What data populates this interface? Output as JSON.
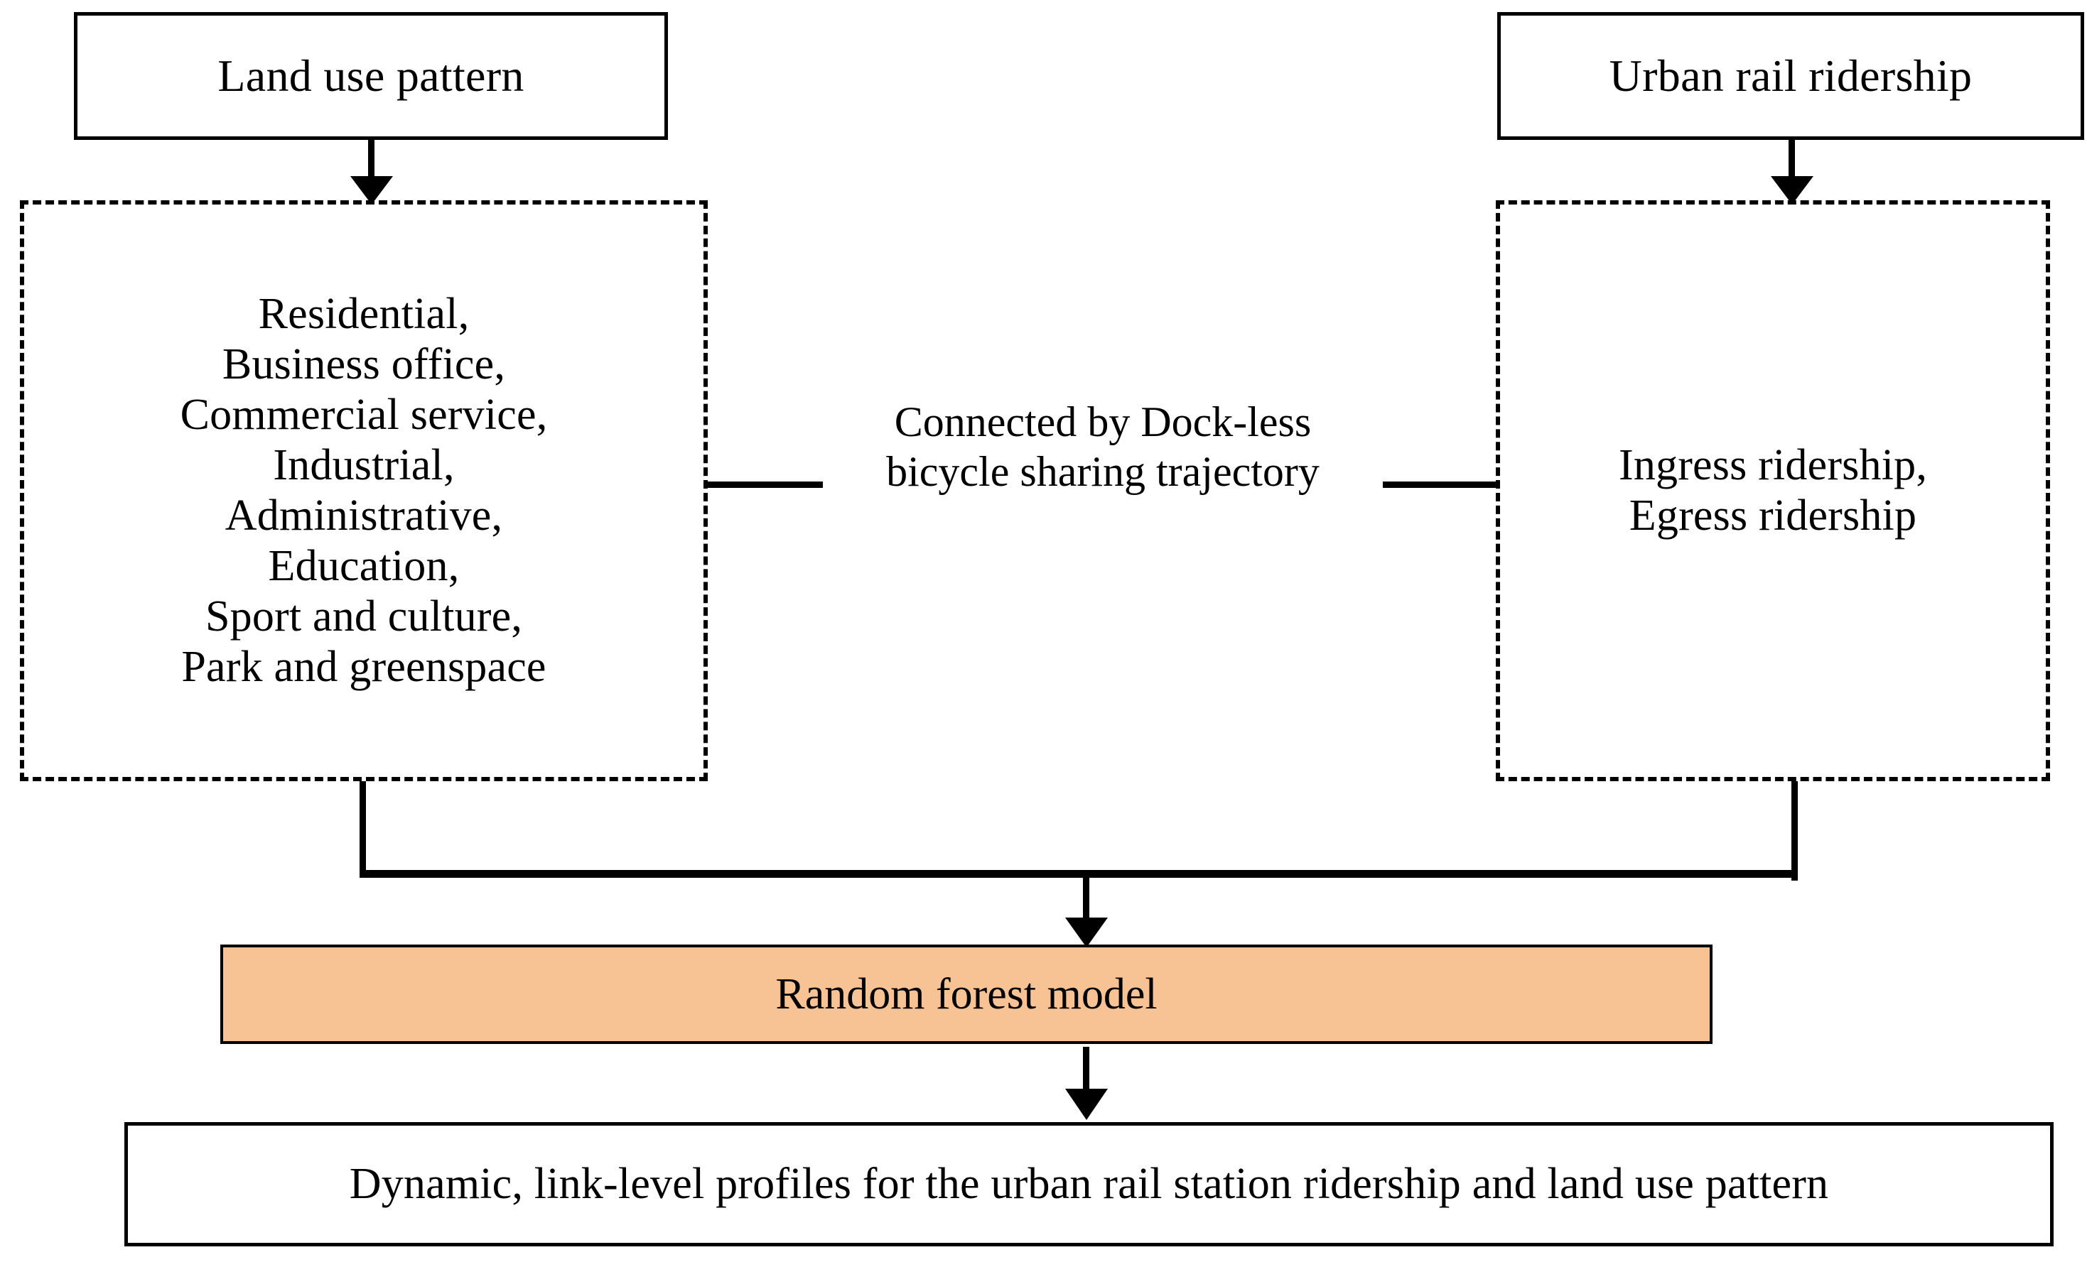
{
  "diagram": {
    "title_nodes": {
      "land_use_pattern": "Land use pattern",
      "urban_rail_ridership": "Urban rail ridership"
    },
    "land_use_categories": [
      "Residential,",
      "Business office,",
      "Commercial service,",
      "Industrial,",
      "Administrative,",
      "Education,",
      "Sport and culture,",
      "Park and greenspace"
    ],
    "land_use_categories_text": "Residential,\nBusiness office,\nCommercial service,\nIndustrial,\nAdministrative,\nEducation,\nSport and culture,\nPark and greenspace",
    "ridership_categories": [
      "Ingress ridership,",
      "Egress ridership"
    ],
    "ridership_categories_text": "Ingress ridership,\nEgress ridership",
    "connector_label": "Connected by Dock-less\nbicycle sharing trajectory",
    "model": {
      "label": "Random forest model",
      "fill_color": "#F8C394",
      "border_color": "#000000"
    },
    "output": {
      "label": "Dynamic, link-level profiles for the urban rail station ridership and land use pattern"
    }
  }
}
